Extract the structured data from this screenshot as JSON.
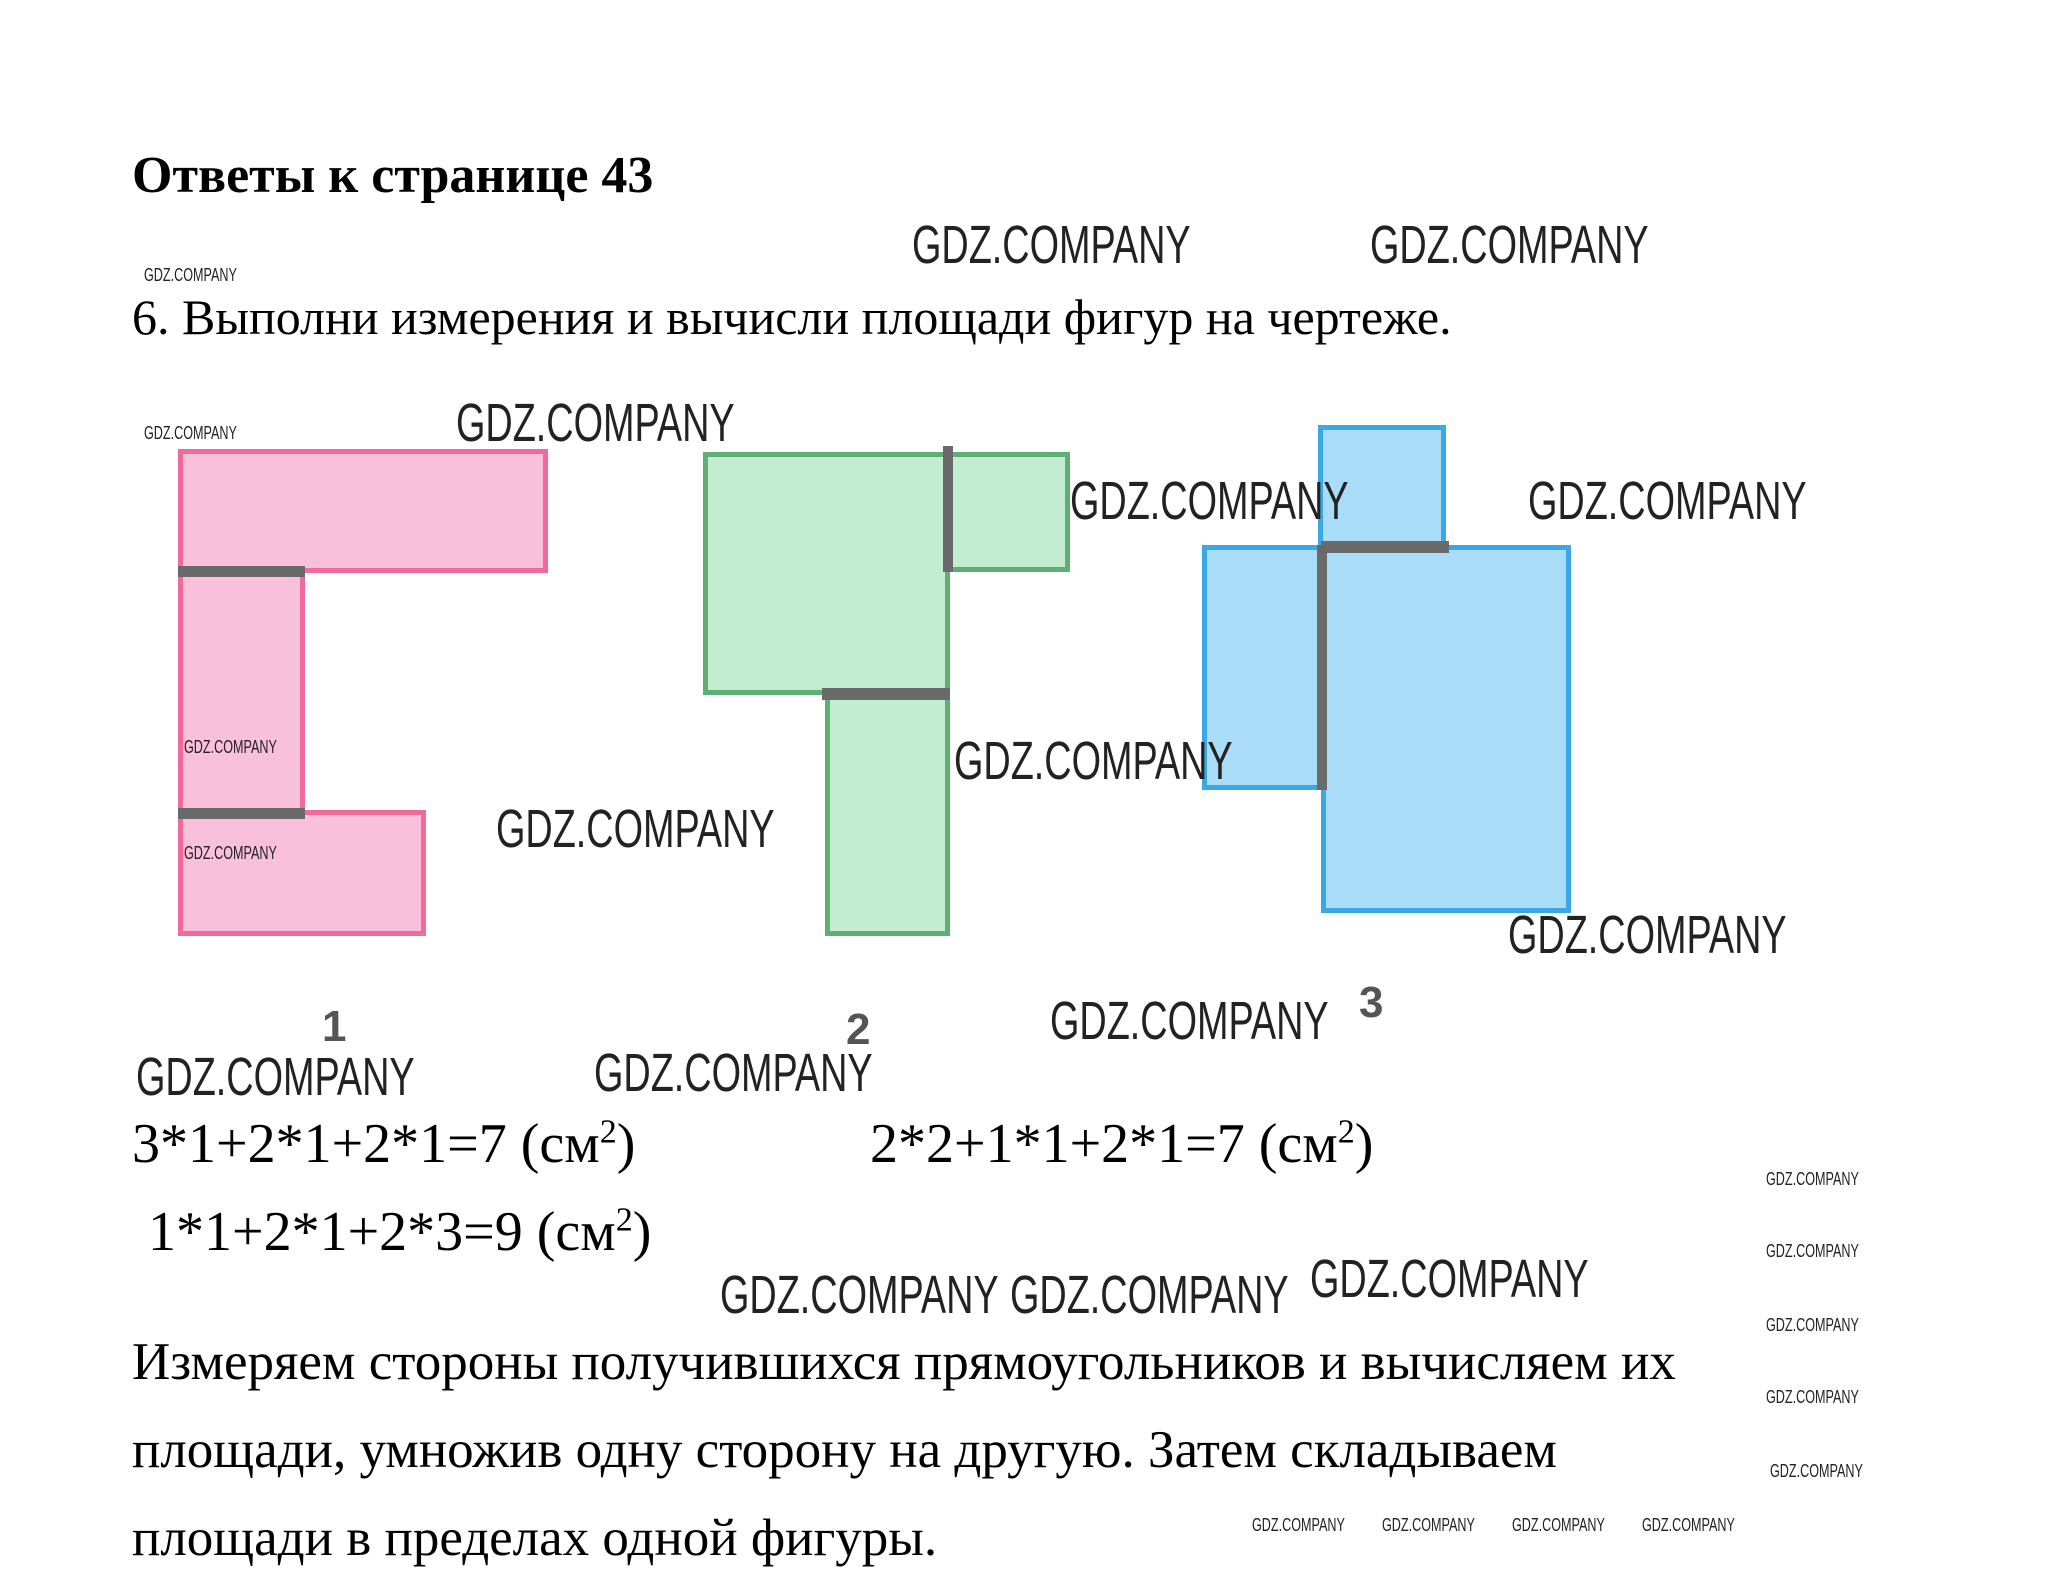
{
  "title": "Ответы к странице 43",
  "task": "6. Выполни измерения и вычисли площади фигур на чертеже.",
  "figures": {
    "labels": [
      "1",
      "2",
      "3"
    ],
    "colors": {
      "pink": "#f9c0dc",
      "green": "#c4ecd0",
      "blue": "#a9ddf7",
      "divider": "#6a6a6a"
    }
  },
  "answers": [
    {
      "expr": "3*1+2*1+2*1=7 (см",
      "exp": "2",
      "close": ")"
    },
    {
      "expr": "2*2+1*1+2*1=7 (см",
      "exp": "2",
      "close": ")"
    },
    {
      "expr": "1*1+2*1+2*3=9 (см",
      "exp": "2",
      "close": ")"
    }
  ],
  "explanation": [
    "Измеряем стороны получившихся прямоугольников и вычисляем их",
    "площади, умножив одну сторону на другую. Затем складываем",
    "площади в пределах одной фигуры."
  ],
  "watermark": "GDZ.COMPANY"
}
